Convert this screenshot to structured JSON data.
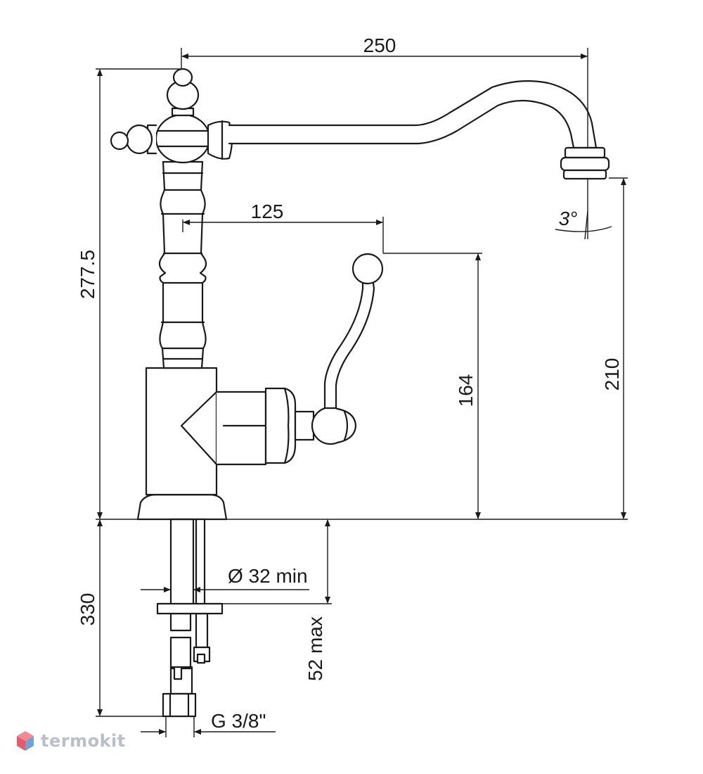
{
  "dimensions": {
    "spout_reach": "250",
    "handle_reach": "125",
    "total_height": "277.5",
    "handle_height": "164",
    "spout_height": "210",
    "spout_angle": "3°",
    "hole_diameter": "Ø 32 min",
    "shank_length": "330",
    "counter_thickness": "52 max",
    "thread": "G 3/8\""
  },
  "logo": {
    "text": "termokit",
    "accent_color": "#e85a6a",
    "secondary_color": "#6fa3d8"
  }
}
